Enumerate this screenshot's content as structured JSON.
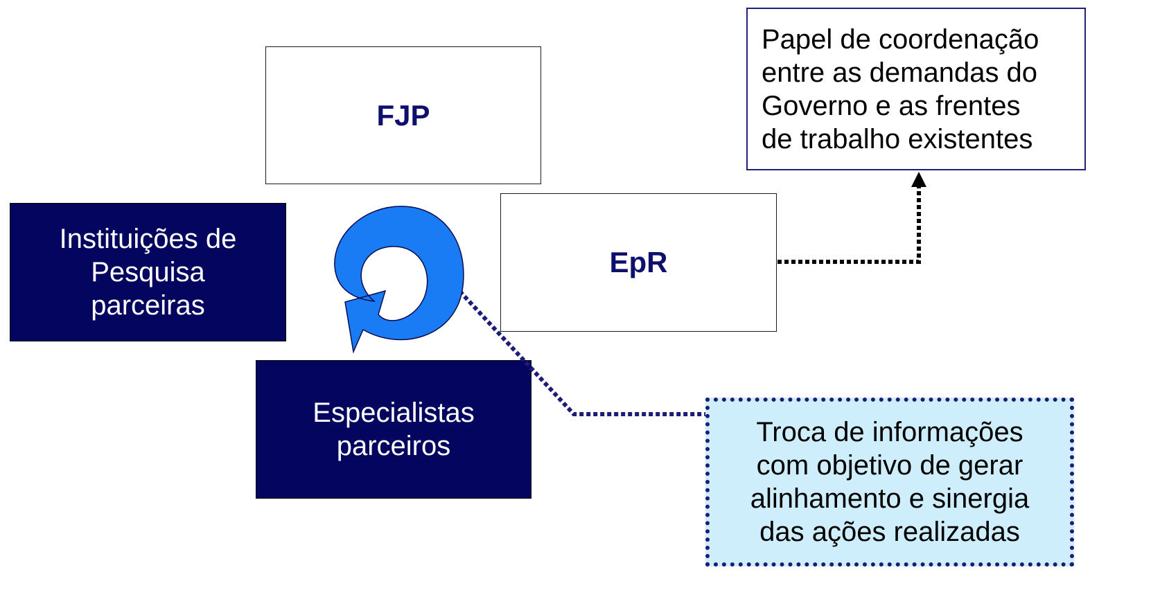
{
  "nodes": {
    "fjp": "FJP",
    "epr": "EpR",
    "institutions": "Instituições de\nPesquisa\nparceiras",
    "specialists": "Especialistas\nparceiros"
  },
  "notes": {
    "coordination": "Papel de coordenação\nentre as demandas do\nGoverno e as frentes\nde trabalho existentes",
    "exchange": "Troca de informações\ncom objetivo de gerar\nalinhamento e sinergia\ndas ações realizadas"
  },
  "colors": {
    "dark_box": "#04055e",
    "cycle_arrow": "#1a7cf5",
    "callout_fill": "#cfeefc",
    "connector": "#1c1c78"
  }
}
